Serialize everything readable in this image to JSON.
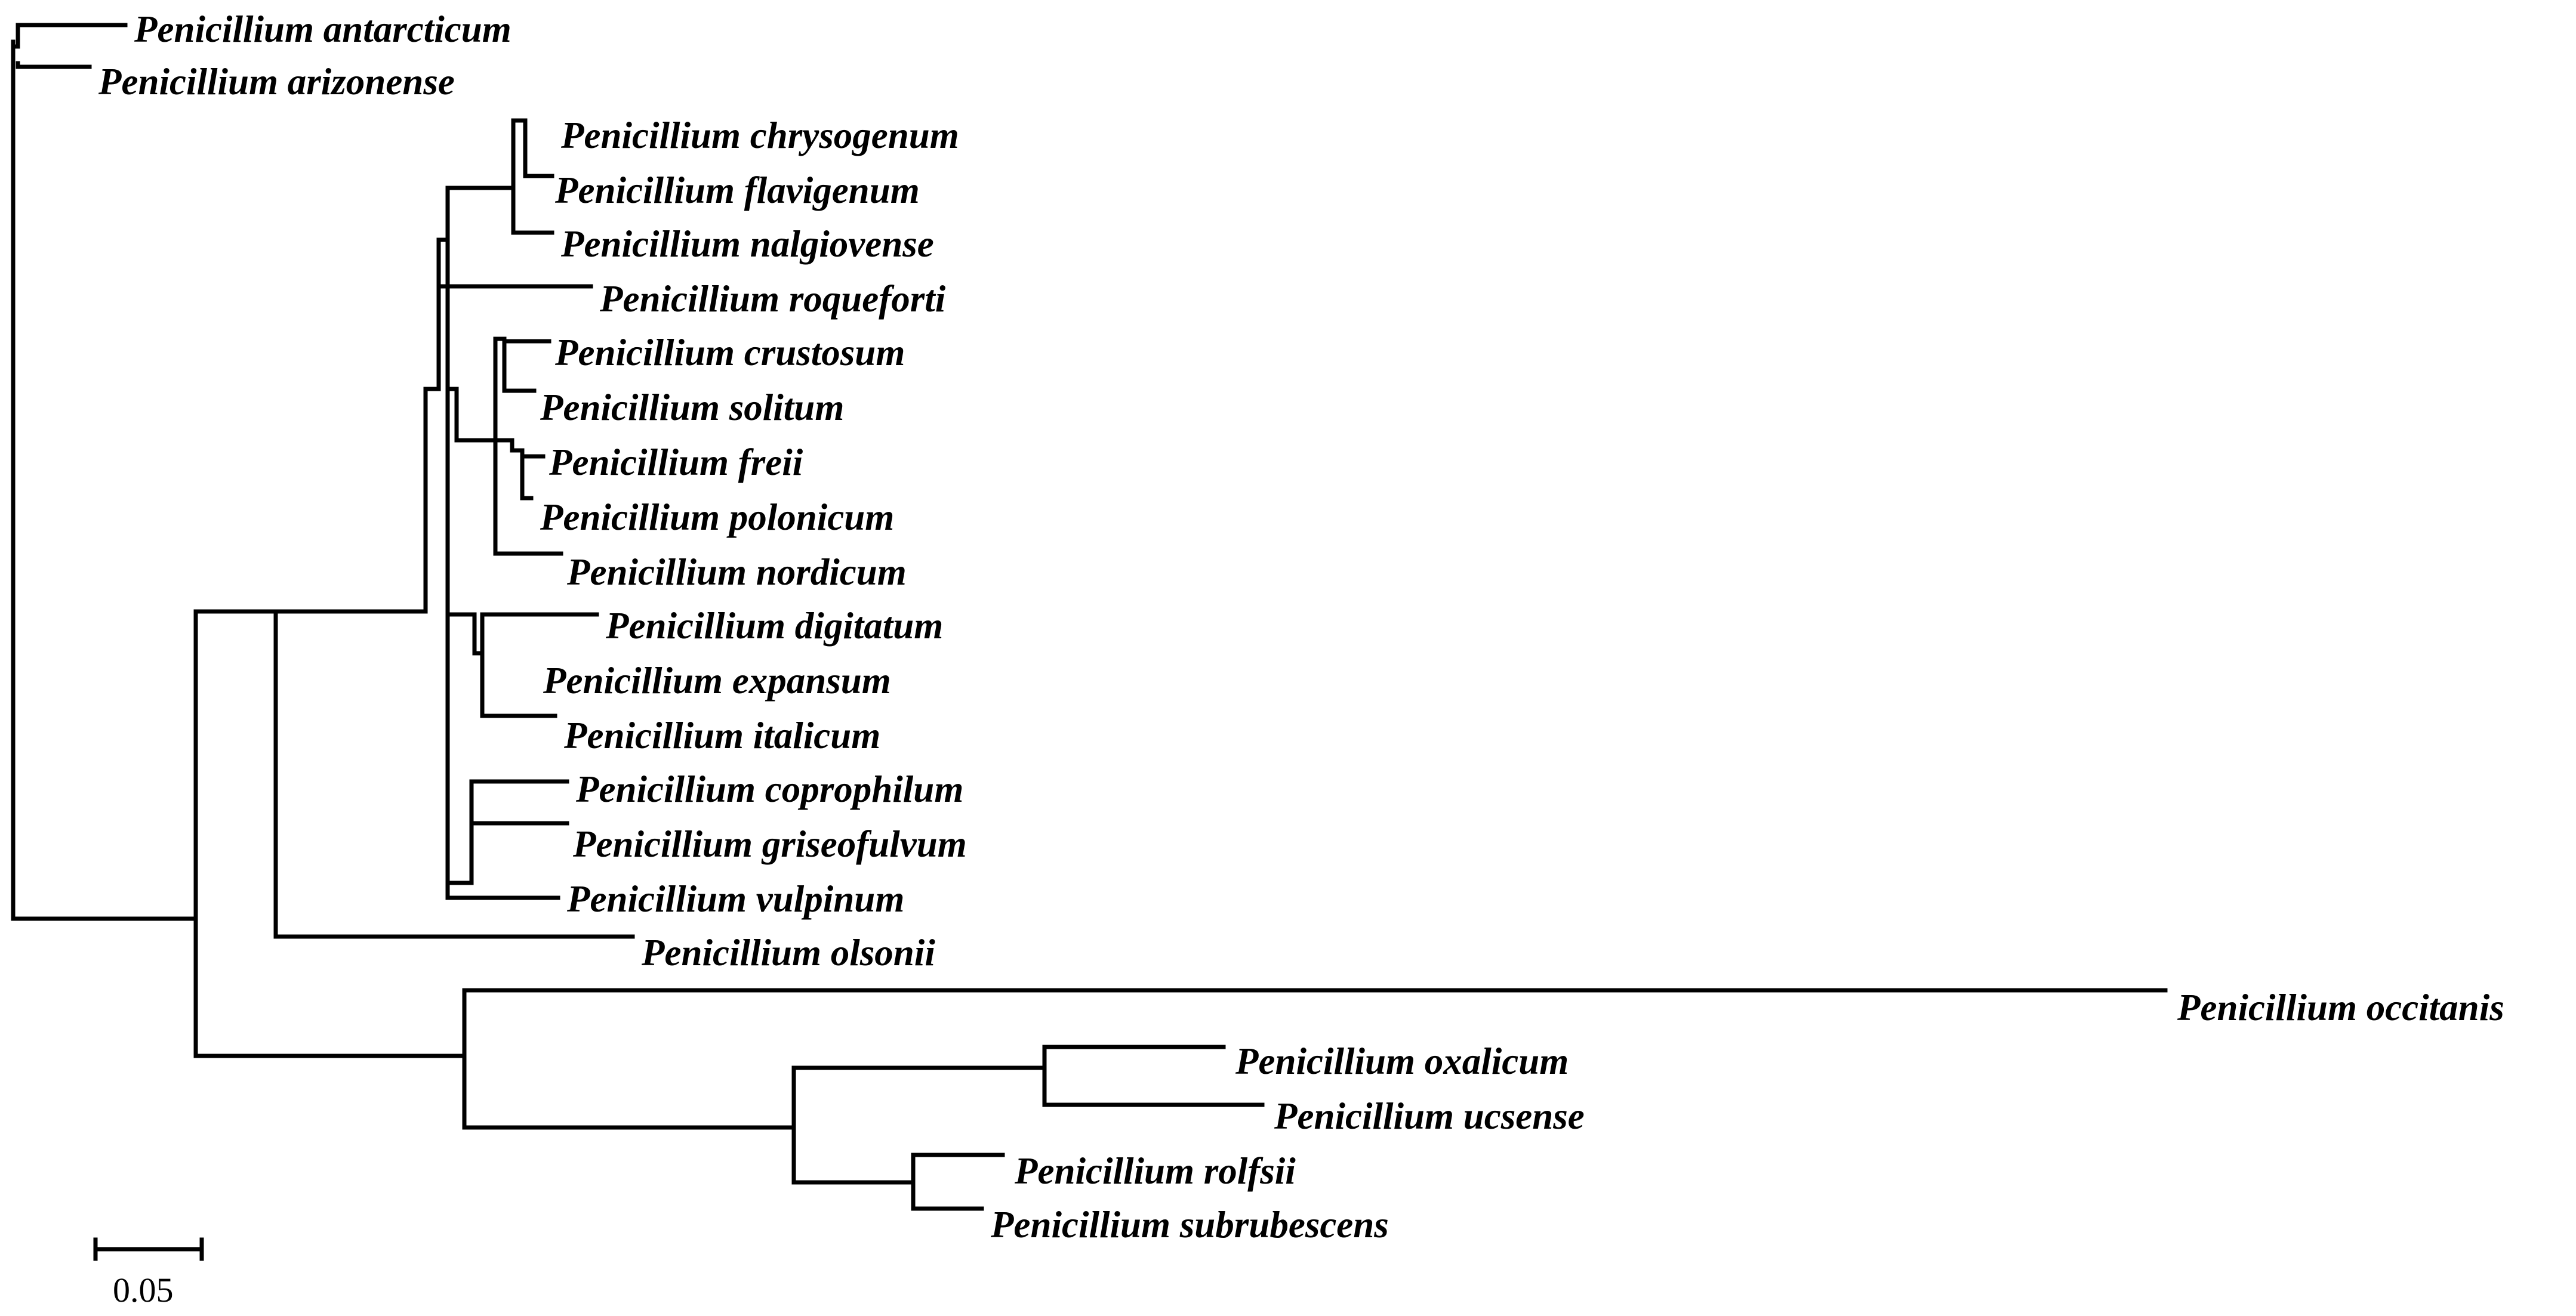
{
  "tree": {
    "taxa": [
      "Penicillium antarcticum",
      "Penicillium arizonense",
      "Penicillium chrysogenum",
      "Penicillium flavigenum",
      "Penicillium nalgiovense",
      "Penicillium roqueforti",
      "Penicillium crustosum",
      "Penicillium solitum",
      "Penicillium freii",
      "Penicillium polonicum",
      "Penicillium nordicum",
      "Penicillium digitatum",
      "Penicillium expansum",
      "Penicillium italicum",
      "Penicillium coprophilum",
      "Penicillium griseofulvum",
      "Penicillium vulpinum",
      "Penicillium olsonii",
      "Penicillium occitanis",
      "Penicillium oxalicum",
      "Penicillium ucsense",
      "Penicillium rolfsii",
      "Penicillium subrubescens"
    ],
    "scale_bar": {
      "label": "0.05",
      "length": 0.05
    }
  }
}
